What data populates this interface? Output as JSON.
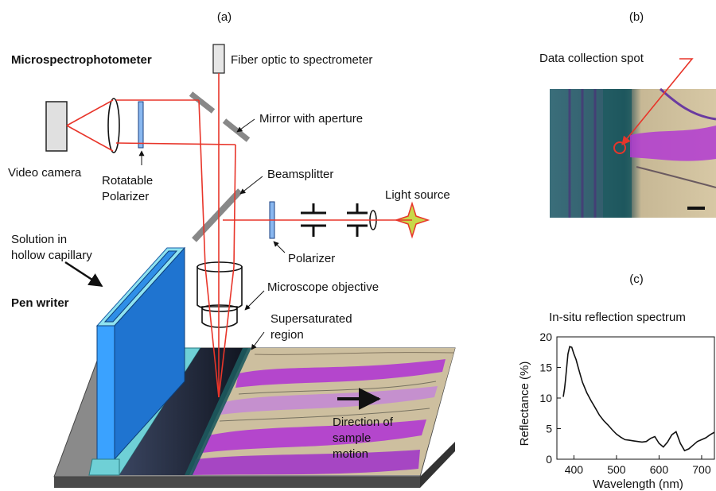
{
  "panels": {
    "a": "(a)",
    "b": "(b)",
    "c": "(c)"
  },
  "labels": {
    "microspectrophotometer": "Microspectrophotometer",
    "fiber_optic": "Fiber optic to spectrometer",
    "mirror": "Mirror with aperture",
    "video_camera": "Video camera",
    "rotatable": "Rotatable",
    "polarizer_word": "Polarizer",
    "beamsplitter": "Beamsplitter",
    "light_source": "Light source",
    "polarizer": "Polarizer",
    "solution_line1": "Solution in",
    "solution_line2": "hollow capillary",
    "microscope_objective": "Microscope objective",
    "pen_writer": "Pen writer",
    "super_line1": "Supersaturated",
    "super_line2": "region",
    "direction_line1": "Direction of",
    "direction_line2": "sample",
    "direction_line3": "motion",
    "data_spot": "Data collection spot"
  },
  "colors": {
    "beam": "#e8352a",
    "capillary": "#2f8fe8",
    "capillary_base": "#6fd0d6",
    "stage": "#7a7a7a",
    "film": "#c9b79a",
    "crystals": "#b23ad1",
    "dark_film": "#1c2233"
  },
  "chart_data": {
    "type": "line",
    "title": "In-situ reflection spectrum",
    "xlabel": "Wavelength (nm)",
    "ylabel": "Reflectance (%)",
    "xlim": [
      360,
      730
    ],
    "ylim": [
      0,
      20
    ],
    "xticks": [
      400,
      500,
      600,
      700
    ],
    "yticks": [
      0,
      5,
      10,
      15,
      20
    ],
    "series": [
      {
        "x": [
          375,
          378,
          380,
          383,
          386,
          390,
          395,
          400,
          405,
          410,
          415,
          420,
          430,
          440,
          450,
          460,
          470,
          480,
          490,
          500,
          510,
          520,
          530,
          540,
          550,
          560,
          570,
          580,
          590,
          600,
          610,
          620,
          630,
          640,
          650,
          660,
          670,
          680,
          690,
          700,
          710,
          720,
          730
        ],
        "y": [
          10.2,
          11.5,
          12.8,
          15.0,
          17.2,
          18.4,
          18.3,
          17.2,
          16.3,
          15.0,
          13.8,
          12.6,
          10.9,
          9.6,
          8.4,
          7.2,
          6.3,
          5.6,
          4.8,
          4.1,
          3.6,
          3.2,
          3.1,
          3.0,
          2.9,
          2.8,
          2.9,
          3.4,
          3.7,
          2.6,
          2.0,
          2.8,
          4.0,
          4.5,
          2.6,
          1.4,
          1.7,
          2.3,
          2.9,
          3.2,
          3.5,
          4.0,
          4.4
        ]
      }
    ]
  }
}
